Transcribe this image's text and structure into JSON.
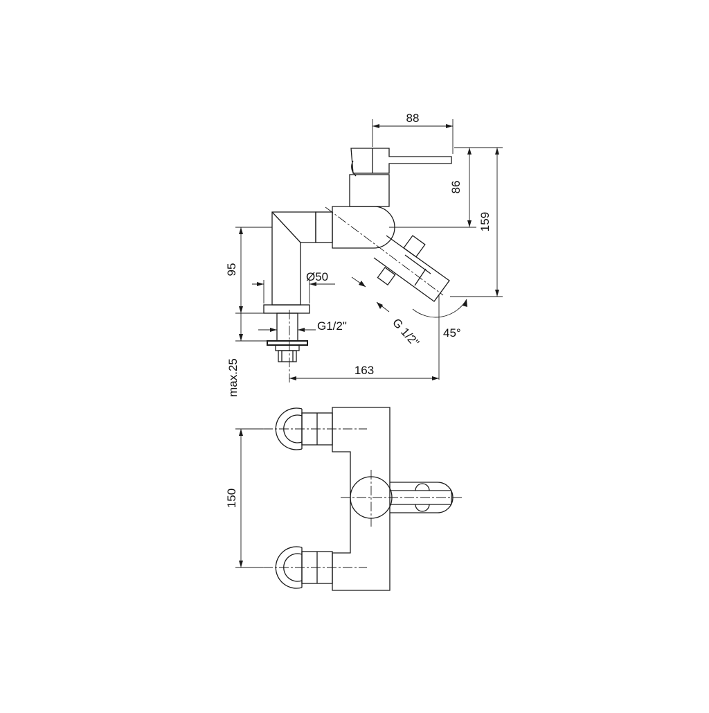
{
  "drawing": {
    "dimensions": {
      "lever_width": "88",
      "lever_height": "86",
      "total_height": "159",
      "spout_height": "95",
      "flange_diameter": "Ø50",
      "inlet_thread": "G1/2\"",
      "outlet_thread": "G 1/2\"",
      "outlet_angle": "45°",
      "max_offset": "max.25",
      "projection": "163",
      "inlet_spacing": "150"
    }
  }
}
